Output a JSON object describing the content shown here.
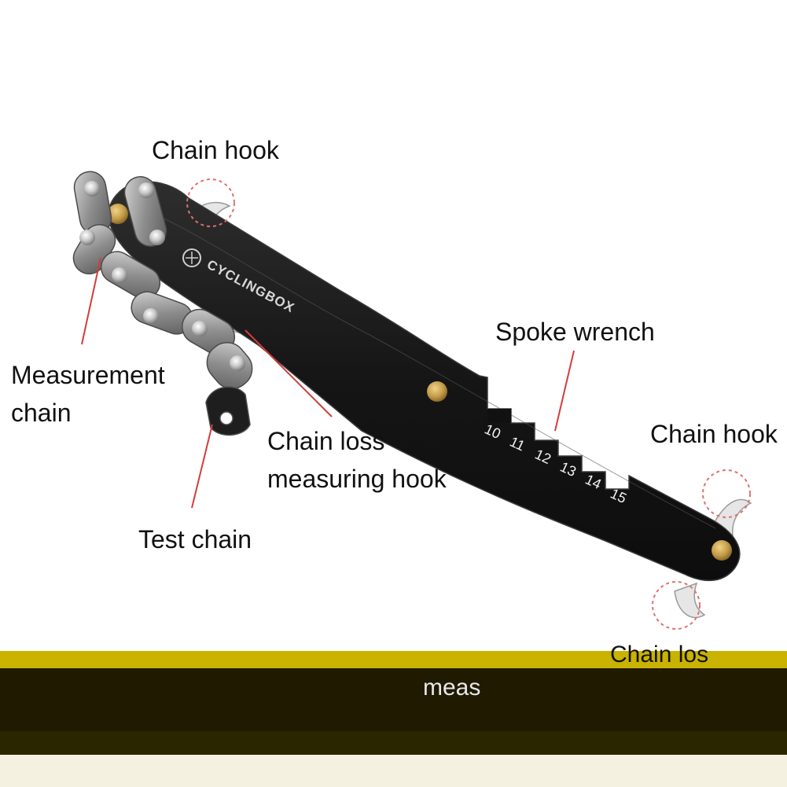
{
  "labels": {
    "chain_hook_top": "Chain hook",
    "measurement_chain_line1": "Measurement",
    "measurement_chain_line2": "chain",
    "chain_loss_line1": "Chain loss",
    "chain_loss_line2": "measuring hook",
    "test_chain": "Test chain",
    "spoke_wrench": "Spoke wrench",
    "chain_hook_right": "Chain hook"
  },
  "brand": "CYCLINGBOX",
  "spoke_sizes": [
    "10",
    "11",
    "12",
    "13",
    "14",
    "15"
  ],
  "garbled_band": {
    "text_1": "Chain los",
    "text_2": "meas"
  },
  "colors": {
    "tool_body": "#1c1c1c",
    "chain_plate": "#9a9a9a",
    "brass_rivet": "#c8a14a",
    "hook_highlight": "#e8e8e8",
    "callout_line": "#d43c3c",
    "dashed_circle": "#e07070"
  }
}
